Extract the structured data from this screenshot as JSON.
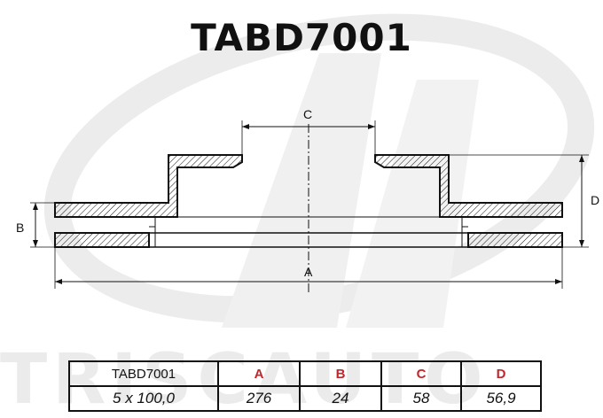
{
  "title": "TABD7001",
  "watermark": {
    "text": "TRISCAUTO",
    "color": "#e9e9e9"
  },
  "dimension_labels": {
    "A": "A",
    "B": "B",
    "C": "C",
    "D": "D"
  },
  "spec_table": {
    "headers": [
      "TABD7001",
      "A",
      "B",
      "C",
      "D"
    ],
    "values": [
      "5 x 100,0",
      "276",
      "24",
      "58",
      "56,9"
    ]
  },
  "colors": {
    "header_accent": "#c1272d",
    "line": "#111111"
  }
}
